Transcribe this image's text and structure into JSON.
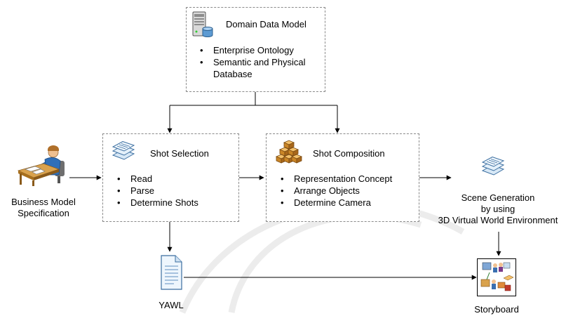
{
  "domain_model": {
    "title": "Domain Data Model",
    "items": [
      "Enterprise Ontology",
      "Semantic and Physical",
      "Database"
    ],
    "icon": "server-database-icon"
  },
  "shot_selection": {
    "title": "Shot Selection",
    "items": [
      "Read",
      "Parse",
      "Determine Shots"
    ],
    "icon": "document-stack-icon"
  },
  "shot_composition": {
    "title": "Shot Composition",
    "items": [
      "Representation Concept",
      "Arrange Objects",
      "Determine Camera"
    ],
    "icon": "cube-pile-icon"
  },
  "business_model": {
    "line1": "Business Model",
    "line2": "Specification",
    "icon": "person-at-desk-icon"
  },
  "scene_generation": {
    "line1": "Scene Generation",
    "line2": "by using",
    "line3": "3D Virtual World Environment",
    "icon": "document-stack-icon"
  },
  "yawl": {
    "label": "YAWL",
    "icon": "document-icon"
  },
  "storyboard": {
    "label": "Storyboard",
    "icon": "storyboard-icon"
  }
}
